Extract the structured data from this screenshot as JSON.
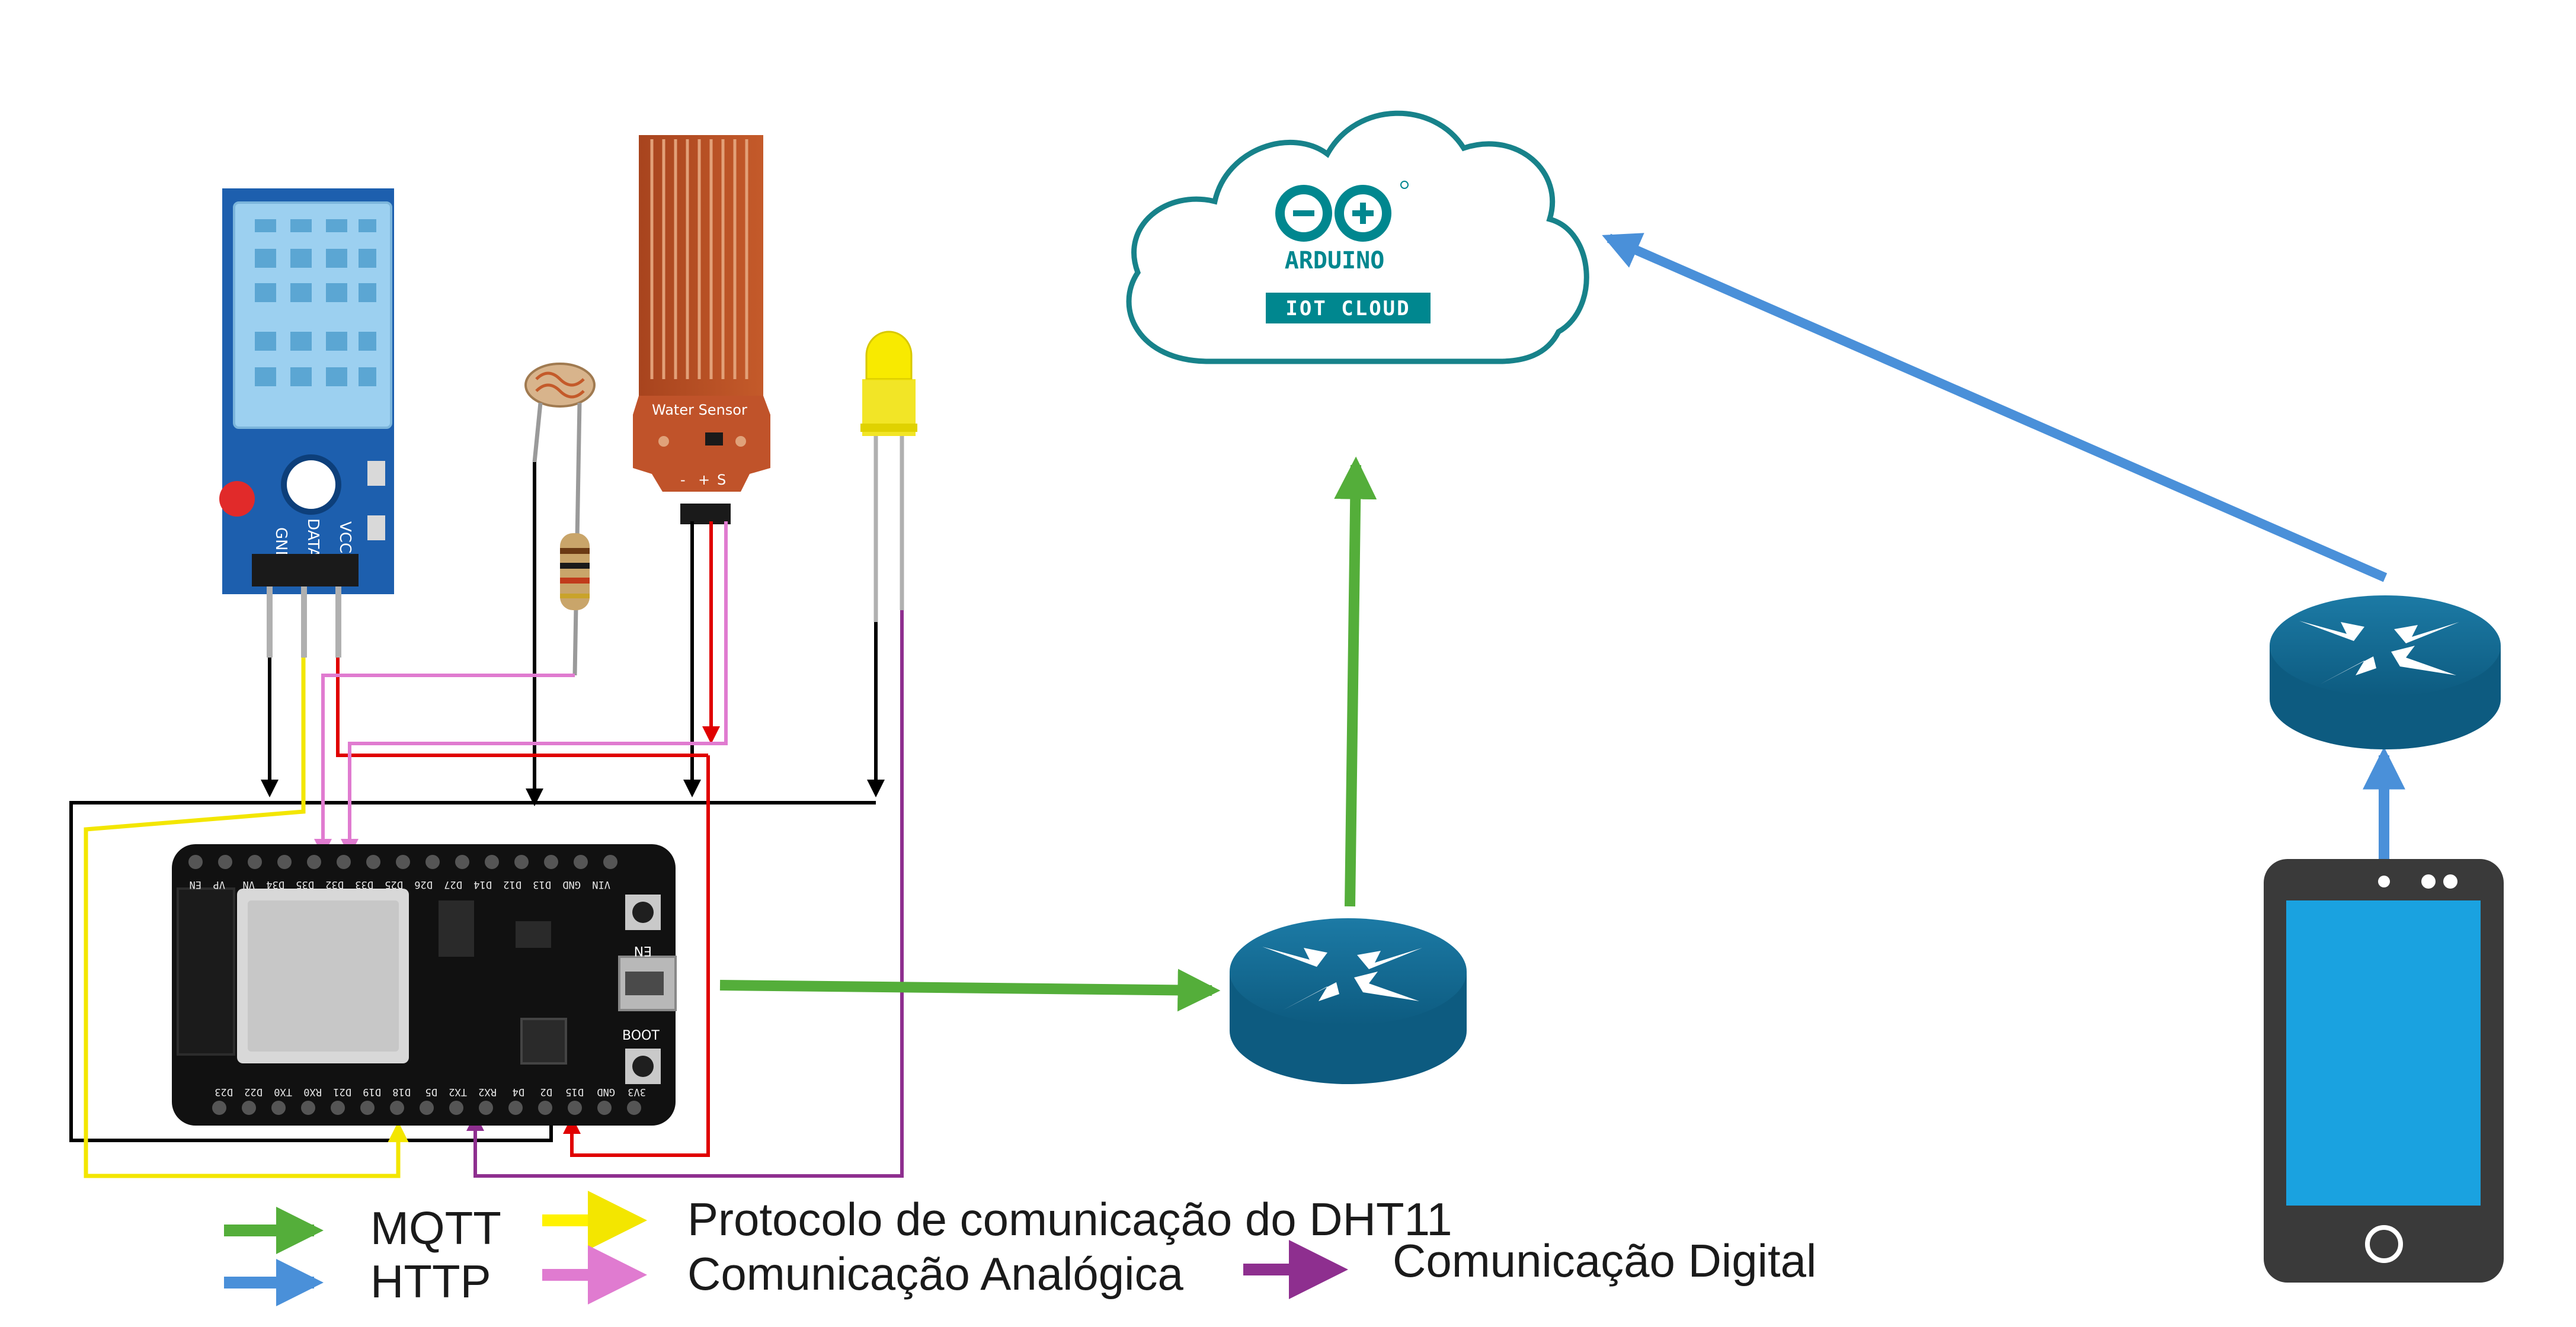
{
  "cloud": {
    "brand": "ARDUINO",
    "service": "IOT CLOUD"
  },
  "dht11": {
    "pin_labels": [
      "GND",
      "DATA",
      "VCC"
    ]
  },
  "water_sensor": {
    "label": "Water Sensor",
    "pins": [
      "-",
      "+",
      "S"
    ]
  },
  "esp32": {
    "top_pins": [
      "VIN",
      "GND",
      "D13",
      "D12",
      "D14",
      "D27",
      "D26",
      "D25",
      "D33",
      "D32",
      "D35",
      "D34",
      "VN",
      "VP",
      "EN"
    ],
    "bottom_pins": [
      "D23",
      "D22",
      "TX0",
      "RX0",
      "D21",
      "D19",
      "D18",
      "D5",
      "TX2",
      "RX2",
      "D4",
      "D2",
      "D15",
      "GND",
      "3V3"
    ],
    "buttons": [
      "EN",
      "BOOT"
    ]
  },
  "legend": {
    "items": [
      {
        "label": "MQTT",
        "color": "#54ae3a"
      },
      {
        "label": "HTTP",
        "color": "#4a90d9"
      },
      {
        "label": "Protocolo de comunicação do DHT11",
        "color": "#fff200"
      },
      {
        "label": "Comunicação Analógica",
        "color": "#e07bd0"
      },
      {
        "label": "Comunicação Digital",
        "color": "#8e2f8f"
      }
    ]
  },
  "colors": {
    "mqtt": "#54ae3a",
    "http": "#4a90d9",
    "dht11_protocol": "#fff200",
    "analog": "#e07bd0",
    "digital": "#8e2f8f",
    "router": "#0f6287",
    "cloud_outline": "#17828a",
    "phone_screen": "#1aa2e0"
  }
}
